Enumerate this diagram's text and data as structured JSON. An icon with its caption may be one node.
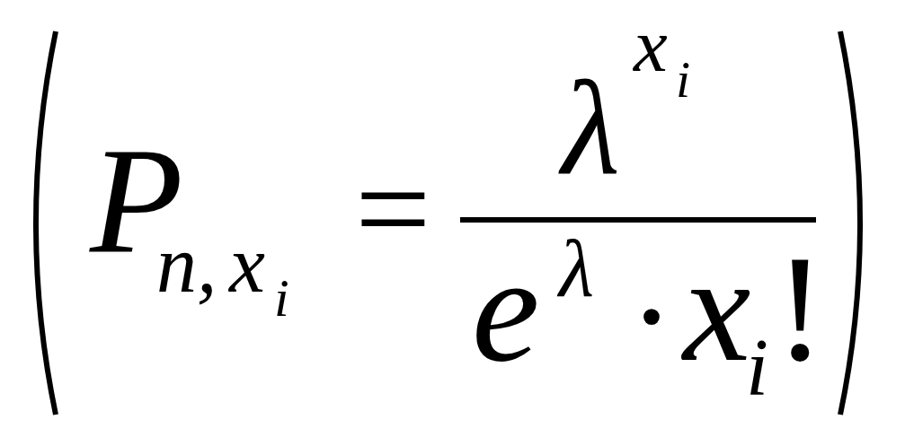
{
  "diagram": {
    "labels": [
      "P",
      "n,",
      "x",
      "i",
      "=",
      "λ",
      "x",
      "i",
      "e",
      "λ",
      "·",
      "x",
      "i",
      "!"
    ]
  }
}
